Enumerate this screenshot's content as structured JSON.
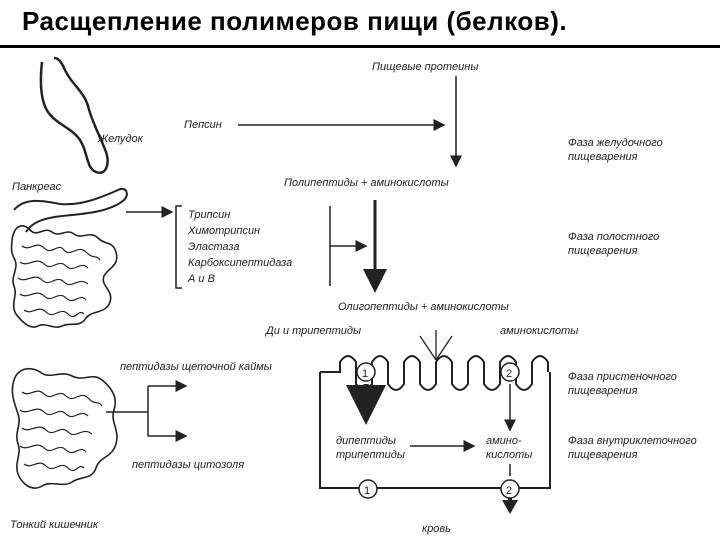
{
  "title": "Расщепление  полимеров  пищи  (белков).",
  "organs": {
    "stomach": "Желудок",
    "pancreas": "Панкреас",
    "small_intestine": "Тонкий кишечник"
  },
  "labels": {
    "food_proteins": "Пищевые протеины",
    "pepsin": "Пепсин",
    "polypeptides_aa": "Полипептиды + аминокислоты",
    "enzymes": [
      "Трипсин",
      "Химотрипсин",
      "Эластаза",
      "Карбоксипептидаза",
      "А и В"
    ],
    "oligopeptides_aa": "Олигопептиды + аминокислоты",
    "di_tripeptides": "Ди и трипептиды",
    "amino_acids": "аминокислоты",
    "brush_border_peptidases": "пептидазы щеточной каймы",
    "cytosol_peptidases": "пептидазы цитозоля",
    "dipeptides": "дипептиды",
    "tripeptides": "трипептиды",
    "amino_top": "амино-",
    "amino_bottom": "кислоты",
    "blood": "кровь",
    "transporter_1": "1",
    "transporter_2": "2"
  },
  "phases": {
    "gastric_1": "Фаза желудочного",
    "gastric_2": "пищеварения",
    "cavity_1": "Фаза полостного",
    "cavity_2": "пищеварения",
    "parietal_1": "Фаза пристеночного",
    "parietal_2": "пищеварения",
    "intracell_1": "Фаза внутриклеточного",
    "intracell_2": "пищеварения"
  }
}
